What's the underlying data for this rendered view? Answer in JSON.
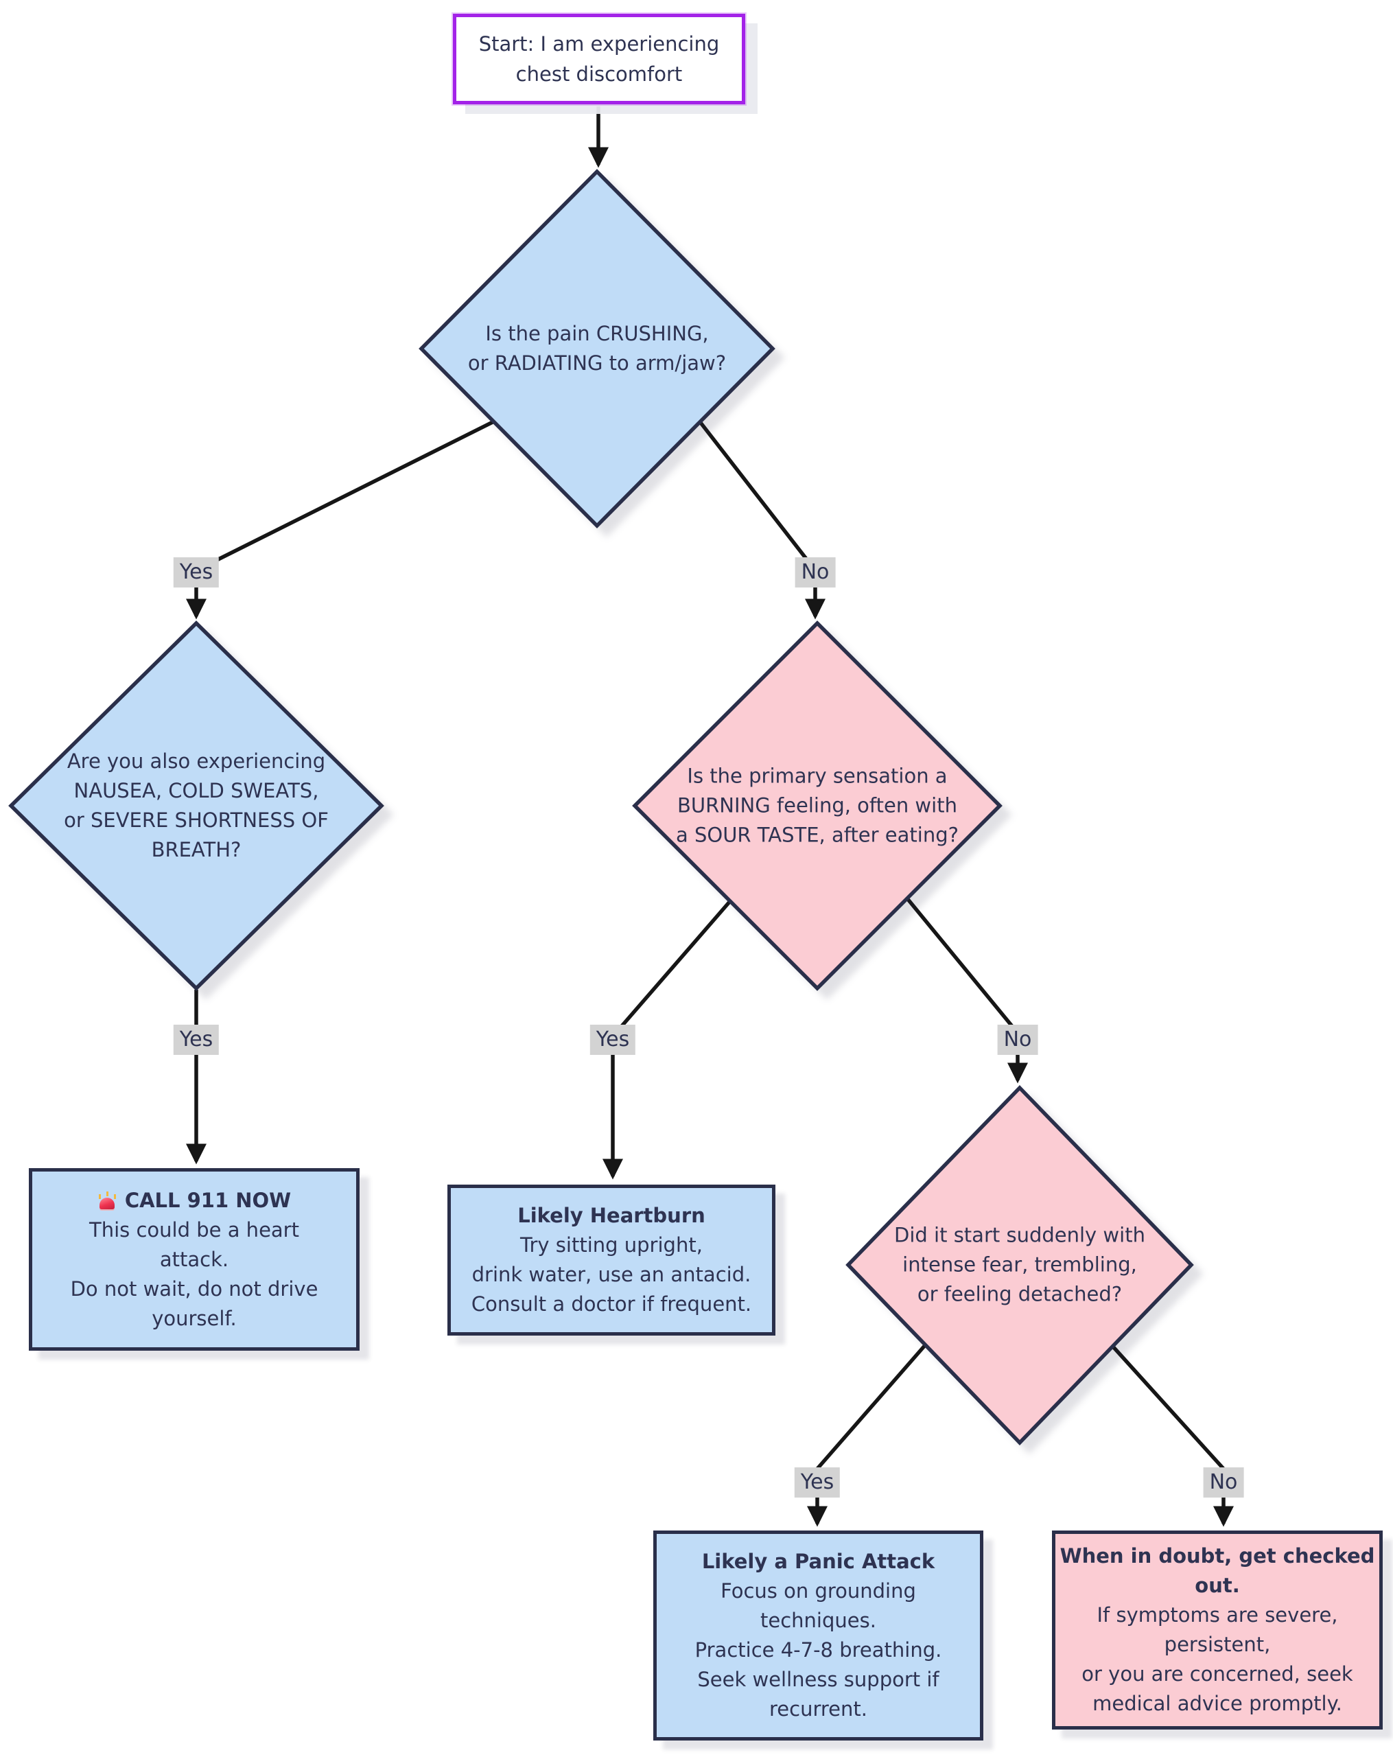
{
  "colors": {
    "blue": "#c0dcf7",
    "pink": "#fbccd3",
    "navy": "#2a2f4a",
    "purple": "#a322e8",
    "edge": "#161616",
    "labelbg": "#d3d3d3",
    "text": "#2e3352"
  },
  "flow": {
    "start": {
      "text": "Start: I am experiencing\nchest discomfort"
    },
    "decisions": {
      "crushing": {
        "text": "Is the pain CRUSHING,\nor RADIATING to arm/jaw?"
      },
      "nausea": {
        "text": "Are you also experiencing\nNAUSEA, COLD SWEATS,\nor SEVERE SHORTNESS OF\nBREATH?"
      },
      "burning": {
        "text": "Is the primary sensation a\nBURNING feeling, often with\na SOUR TASTE, after eating?"
      },
      "sudden": {
        "text": "Did it start suddenly with\nintense fear, trembling,\nor feeling detached?"
      }
    },
    "results": {
      "call911": {
        "icon": "siren-icon",
        "title": "CALL 911 NOW",
        "body": "This could be a heart\nattack.\nDo not wait, do not drive\nyourself."
      },
      "heartburn": {
        "title": "Likely Heartburn",
        "body": "Try sitting upright,\ndrink water, use an antacid.\nConsult a doctor if frequent."
      },
      "panic": {
        "title": "Likely a Panic Attack",
        "body": "Focus on grounding\ntechniques.\nPractice 4-7-8 breathing.\nSeek wellness support if\nrecurrent."
      },
      "doubt": {
        "title": "When in doubt, get checked\nout.",
        "body": "If symptoms are severe,\npersistent,\nor you are concerned, seek\nmedical advice promptly."
      }
    },
    "labels": {
      "l1": "Yes",
      "l2": "No",
      "l3": "Yes",
      "l4": "Yes",
      "l5": "No",
      "l6": "Yes",
      "l7": "No"
    }
  }
}
